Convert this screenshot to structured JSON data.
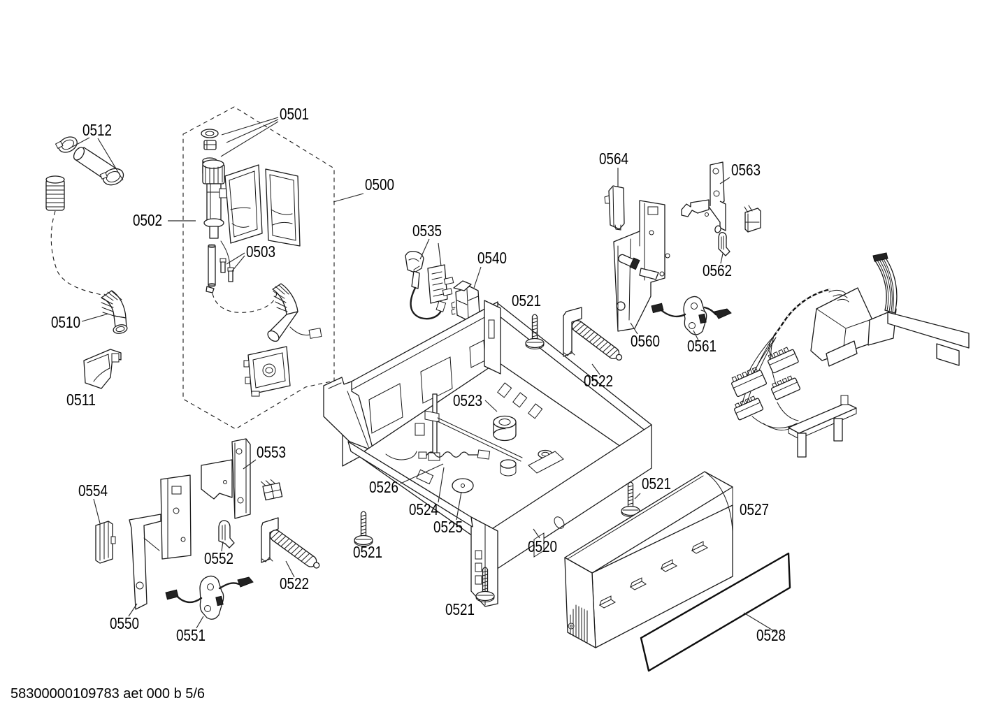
{
  "document": {
    "footer_code": "58300000109783 aet 000 b 5/6"
  },
  "diagram": {
    "type": "exploded-parts-diagram",
    "background": "#ffffff",
    "line_color": "#1a1a1a",
    "parts_index": [
      "0500",
      "0501",
      "0502",
      "0503",
      "0510",
      "0511",
      "0512",
      "0520",
      "0521",
      "0522",
      "0523",
      "0524",
      "0525",
      "0526",
      "0527",
      "0528",
      "0535",
      "0540",
      "0550",
      "0551",
      "0552",
      "0553",
      "0554",
      "0560",
      "0561",
      "0562",
      "0563",
      "0564"
    ],
    "labels": [
      {
        "id": "0512",
        "text": "0512"
      },
      {
        "id": "0501",
        "text": "0501"
      },
      {
        "id": "0500",
        "text": "0500"
      },
      {
        "id": "0502",
        "text": "0502"
      },
      {
        "id": "0503",
        "text": "0503"
      },
      {
        "id": "0510",
        "text": "0510"
      },
      {
        "id": "0511",
        "text": "0511"
      },
      {
        "id": "0535",
        "text": "0535"
      },
      {
        "id": "0540",
        "text": "0540"
      },
      {
        "id": "0521-top",
        "text": "0521"
      },
      {
        "id": "0564",
        "text": "0564"
      },
      {
        "id": "0563",
        "text": "0563"
      },
      {
        "id": "0562",
        "text": "0562"
      },
      {
        "id": "0560",
        "text": "0560"
      },
      {
        "id": "0561",
        "text": "0561"
      },
      {
        "id": "0522-right",
        "text": "0522"
      },
      {
        "id": "0523",
        "text": "0523"
      },
      {
        "id": "0526",
        "text": "0526"
      },
      {
        "id": "0524",
        "text": "0524"
      },
      {
        "id": "0525",
        "text": "0525"
      },
      {
        "id": "0520",
        "text": "0520"
      },
      {
        "id": "0521-right",
        "text": "0521"
      },
      {
        "id": "0527",
        "text": "0527"
      },
      {
        "id": "0521-left",
        "text": "0521"
      },
      {
        "id": "0521-bottom",
        "text": "0521"
      },
      {
        "id": "0528",
        "text": "0528"
      },
      {
        "id": "0553",
        "text": "0553"
      },
      {
        "id": "0554",
        "text": "0554"
      },
      {
        "id": "0552",
        "text": "0552"
      },
      {
        "id": "0522-left",
        "text": "0522"
      },
      {
        "id": "0550",
        "text": "0550"
      },
      {
        "id": "0551",
        "text": "0551"
      }
    ]
  }
}
